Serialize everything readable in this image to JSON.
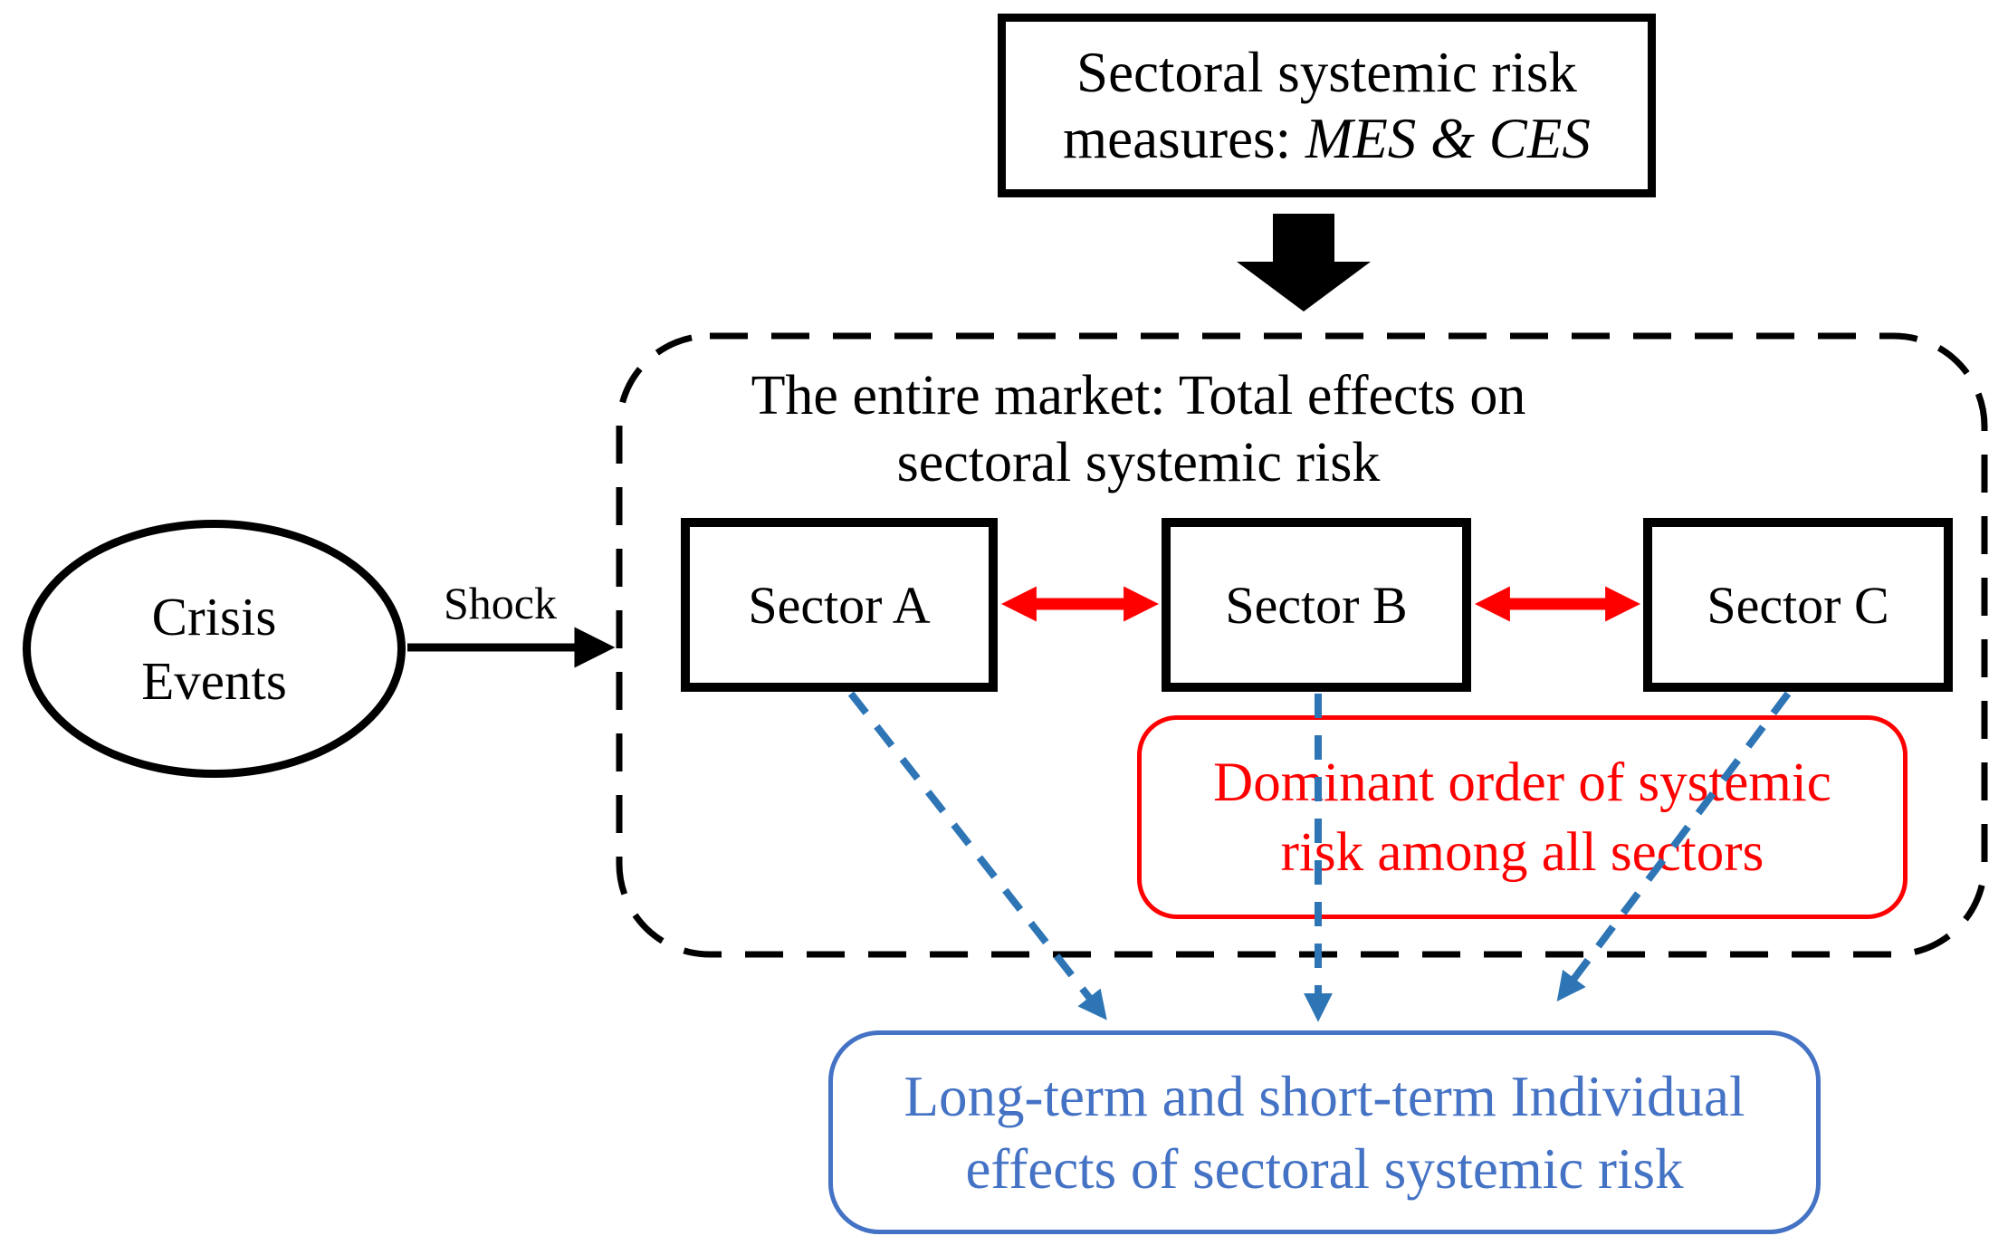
{
  "diagram": {
    "top_box": {
      "line1": "Sectoral systemic risk",
      "line2_prefix": "measures: ",
      "line2_italic": "MES & CES"
    },
    "market": {
      "heading_line1": "The entire market: Total effects on",
      "heading_line2": "sectoral systemic risk"
    },
    "sectors": [
      {
        "label": "Sector A"
      },
      {
        "label": "Sector B"
      },
      {
        "label": "Sector C"
      }
    ],
    "red_box": {
      "line1": "Dominant order of systemic",
      "line2": "risk among all sectors"
    },
    "blue_box": {
      "line1": "Long-term and short-term Individual",
      "line2": "effects of sectoral systemic risk"
    },
    "crisis_ellipse": {
      "line1": "Crisis",
      "line2": "Events"
    },
    "shock_label": "Shock",
    "colors": {
      "red": "#FF0000",
      "box_blue": "#4472C4",
      "arrow_blue": "#2E75B6",
      "black": "#000000"
    }
  }
}
